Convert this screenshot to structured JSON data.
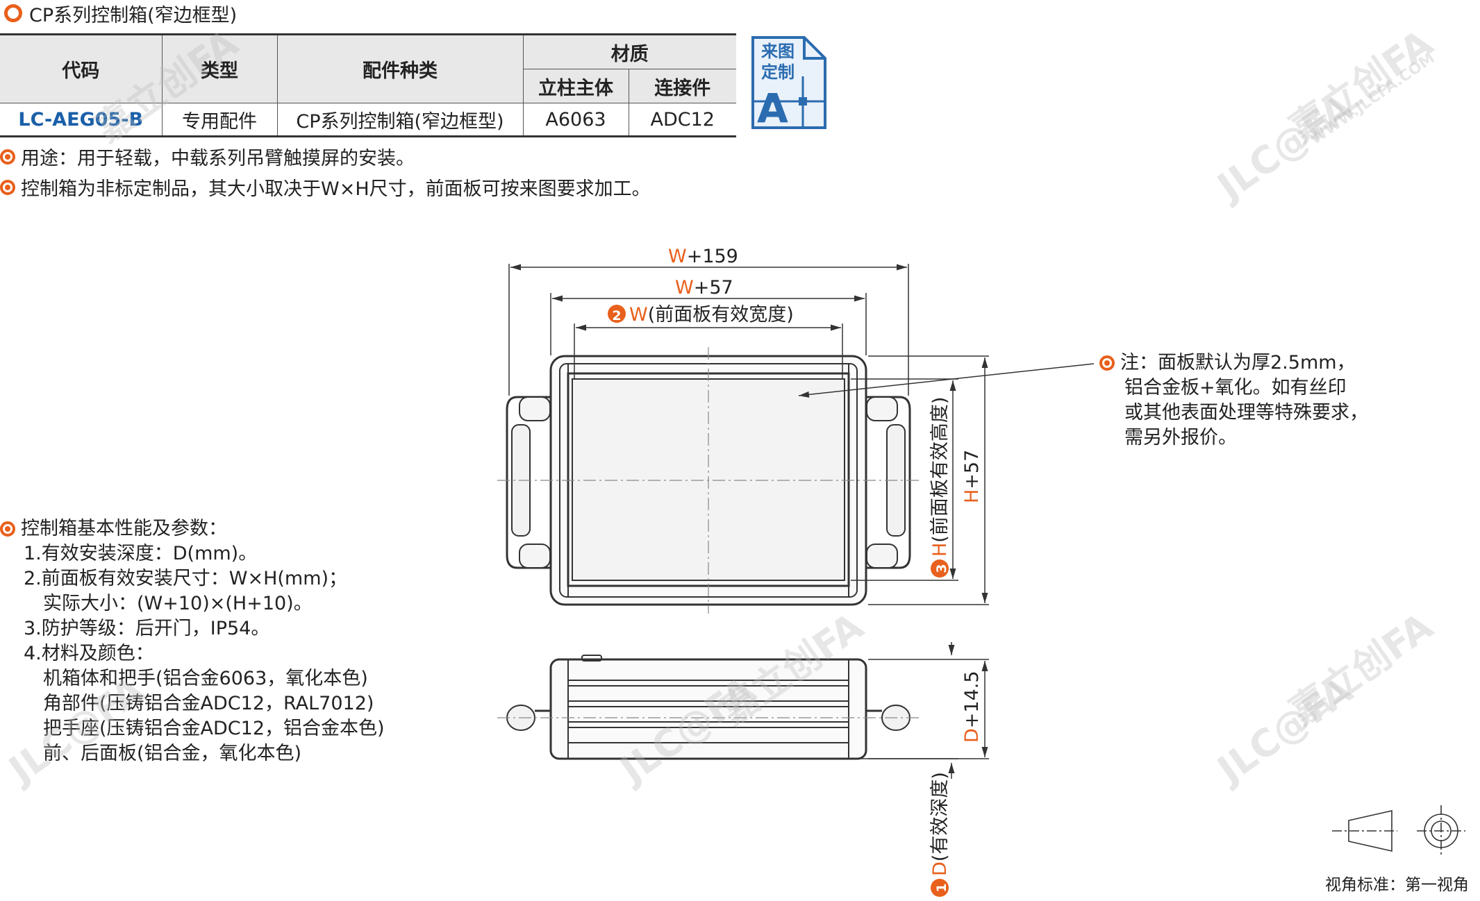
{
  "title": "CP系列控制箱(窄边框型)",
  "table": {
    "headers": {
      "code": "代码",
      "type": "类型",
      "category": "配件种类",
      "material": "材质",
      "post_body": "立柱主体",
      "connector": "连接件"
    },
    "row": {
      "code": "LC-AEG05-B",
      "type": "专用配件",
      "category": "CP系列控制箱(窄边框型)",
      "post_body": "A6063",
      "connector": "ADC12"
    }
  },
  "badge": {
    "line1": "来图",
    "line2": "定制",
    "letter": "A"
  },
  "notes": [
    "用途：用于轻载，中载系列吊臂触摸屏的安装。",
    "控制箱为非标定制品，其大小取决于W×H尺寸，前面板可按来图要求加工。"
  ],
  "params": {
    "heading": "控制箱基本性能及参数：",
    "lines": [
      "1.有效安装深度：D(mm)。",
      "2.前面板有效安装尺寸：W×H(mm)；",
      "实际大小：(W+10)×(H+10)。",
      "3.防护等级：后开门，IP54。",
      "4.材料及颜色：",
      "机箱体和把手(铝合金6063，氧化本色)",
      "角部件(压铸铝合金ADC12，RAL7012)",
      "把手座(压铸铝合金ADC12，铝合金本色)",
      "前、后面板(铝合金，氧化本色)"
    ]
  },
  "callout": [
    "注：面板默认为厚2.5mm，",
    "铝合金板+氧化。如有丝印",
    "或其他表面处理等特殊要求，",
    "需另外报价。"
  ],
  "dimensions": {
    "w159_prefix": "W",
    "w159_rest": "+159",
    "w57_prefix": "W",
    "w57_rest": "+57",
    "w_num": "2",
    "w_prefix": "W",
    "w_rest": "(前面板有效宽度)",
    "h57_prefix": "H",
    "h57_rest": "+57",
    "h_num": "3",
    "h_prefix": "H",
    "h_rest": "(前面板有效高度)",
    "d145_prefix": "D",
    "d145_rest": "+14.5",
    "d_num": "1",
    "d_prefix": "D",
    "d_rest": "(有效深度)"
  },
  "view_standard": "视角标准：第一视角",
  "watermarks": [
    "嘉立创FA",
    "JLC@FA",
    "WWW.JLCFA.COM"
  ],
  "colors": {
    "accent": "#e8601c",
    "code_blue": "#1a5fa8",
    "badge_blue": "#2b6cb0",
    "line": "#333333"
  }
}
